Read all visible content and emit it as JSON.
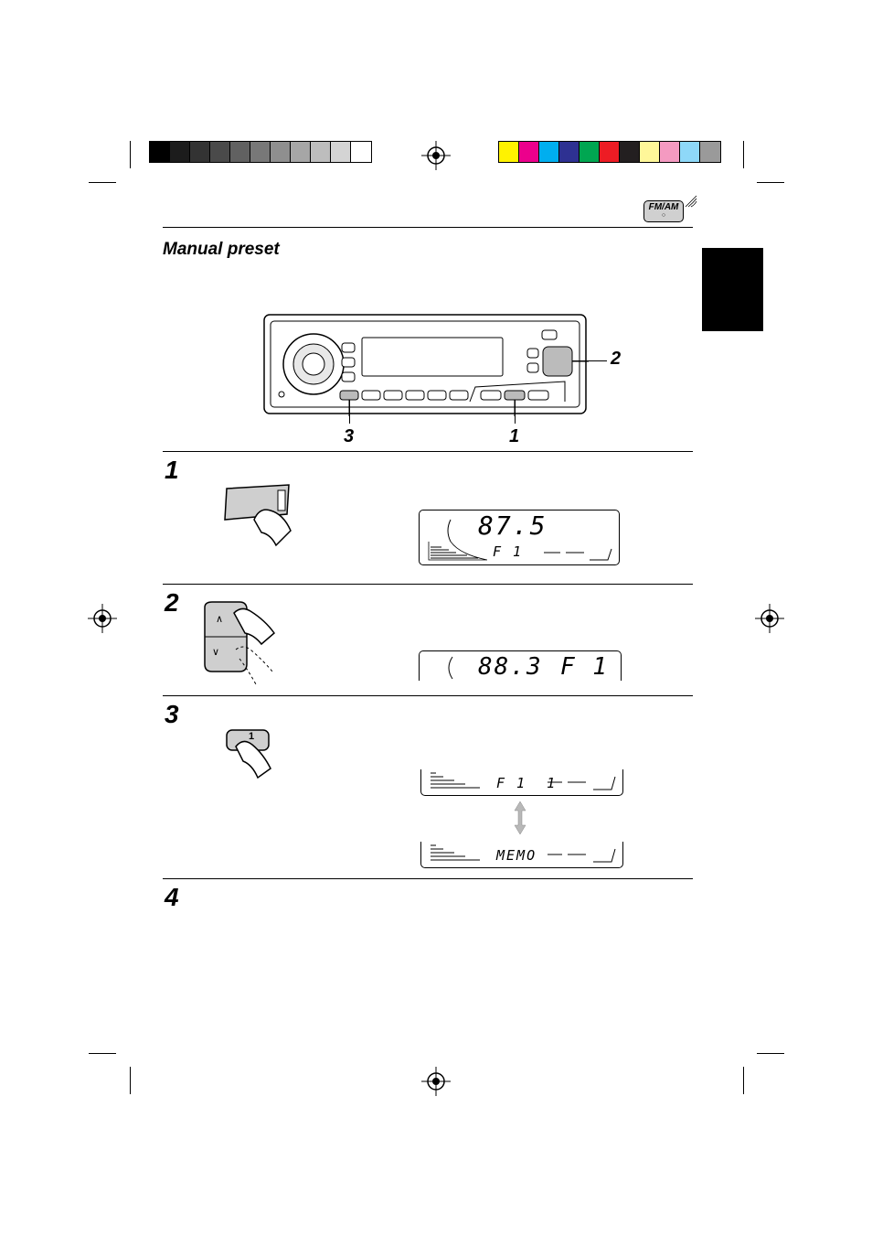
{
  "header": {
    "title": "Manual preset",
    "band_icon_label": "FM/AM"
  },
  "registration": {
    "gray_swatches": [
      "#000000",
      "#1c1c1c",
      "#333333",
      "#4a4a4a",
      "#616161",
      "#787878",
      "#8f8f8f",
      "#a6a6a6",
      "#bdbdbd",
      "#d4d4d4",
      "#ffffff"
    ],
    "color_swatches": [
      "#fff200",
      "#ec008c",
      "#00aeef",
      "#2e3192",
      "#00a651",
      "#ed1c24",
      "#231f20",
      "#fff799",
      "#f49ac1",
      "#8ed8f8",
      "#9a9a9a"
    ]
  },
  "diagram": {
    "callouts": {
      "c2": "2",
      "c3": "3",
      "c1": "1"
    }
  },
  "steps": [
    {
      "number": "1",
      "lcd": {
        "freq": "87.5",
        "band": "F 1"
      }
    },
    {
      "number": "2",
      "lcd": {
        "freq": "88.3",
        "band": "F 1"
      }
    },
    {
      "number": "3",
      "button_label": "1",
      "lcd_a": "F 1  1",
      "lcd_b": "MEMO"
    },
    {
      "number": "4"
    }
  ]
}
